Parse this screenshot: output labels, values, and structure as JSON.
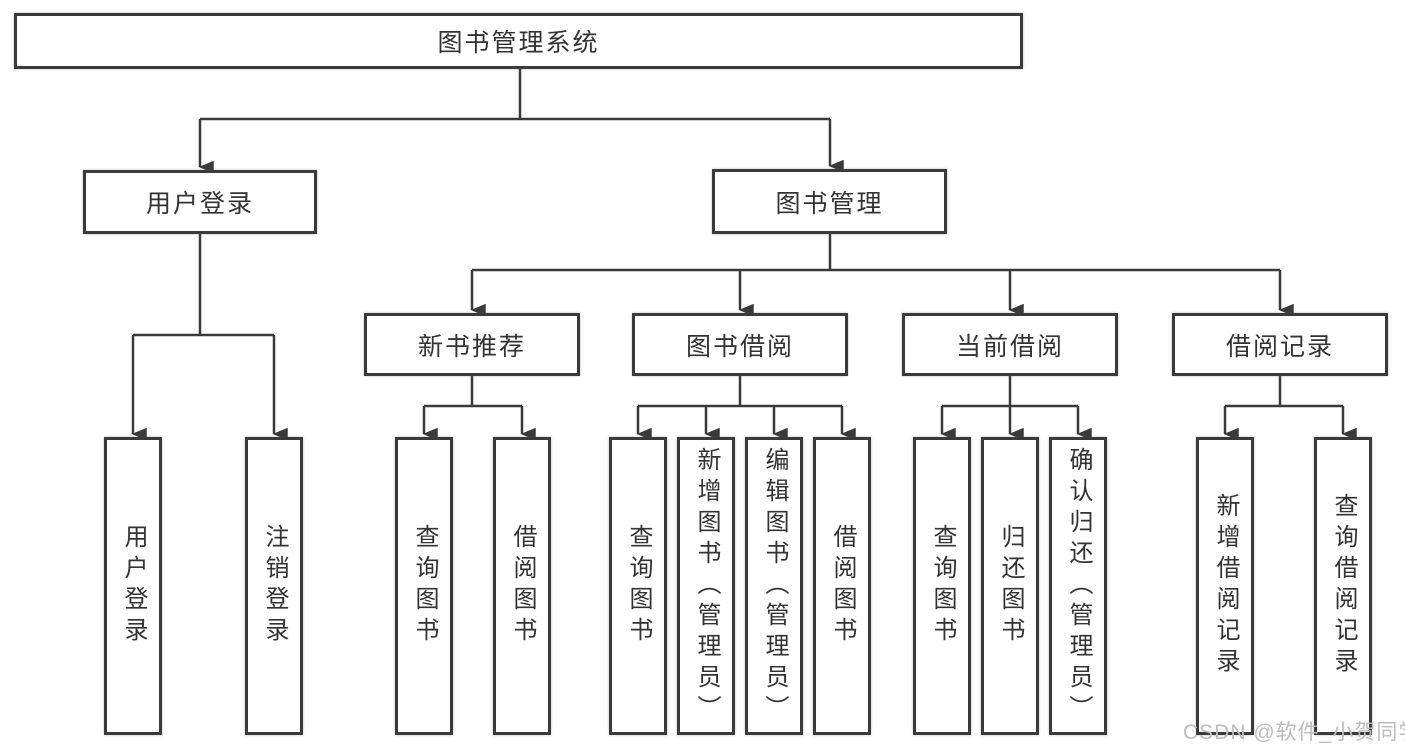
{
  "diagram": {
    "root": "图书管理系统",
    "branches": [
      {
        "label": "用户登录",
        "children": [
          "用户登录",
          "注销登录"
        ]
      },
      {
        "label": "图书管理",
        "sections": [
          {
            "label": "新书推荐",
            "children": [
              "查询图书",
              "借阅图书"
            ]
          },
          {
            "label": "图书借阅",
            "children": [
              "查询图书",
              "新增图书（管理员）",
              "编辑图书（管理员）",
              "借阅图书"
            ]
          },
          {
            "label": "当前借阅",
            "children": [
              "查询图书",
              "归还图书",
              "确认归还（管理员）"
            ]
          },
          {
            "label": "借阅记录",
            "children": [
              "新增借阅记录",
              "查询借阅记录"
            ]
          }
        ]
      }
    ]
  },
  "watermark": "CSDN @软件_小贺同学",
  "colors": {
    "line": "#3a3a3a",
    "text": "#333333",
    "watermark": "#bdbdbd",
    "background": "#ffffff"
  }
}
